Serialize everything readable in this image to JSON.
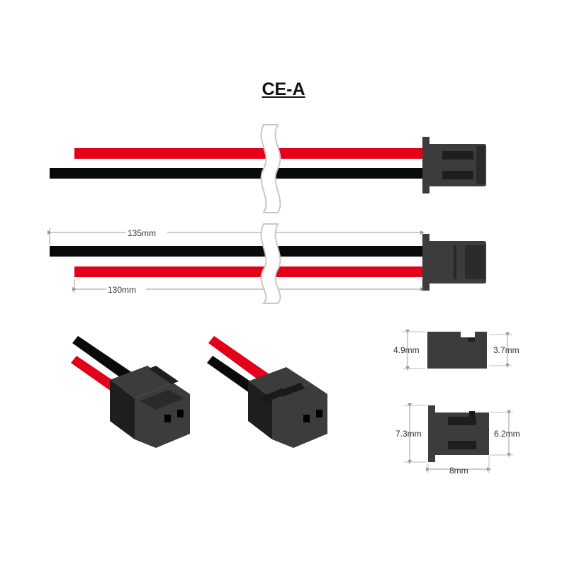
{
  "title": "CE-A",
  "dimensions": {
    "length_black": "135mm",
    "length_red": "130mm",
    "height_front": "4.9mm",
    "height_back": "3.7mm",
    "height_side_total": "7.3mm",
    "height_side_body": "6.2mm",
    "depth": "8mm"
  },
  "colors": {
    "wire_red": "#e3001b",
    "wire_black": "#0a0a0a",
    "connector": "#3c3c3c",
    "connector_dark": "#1e1e1e",
    "dimension_line": "#999999"
  }
}
